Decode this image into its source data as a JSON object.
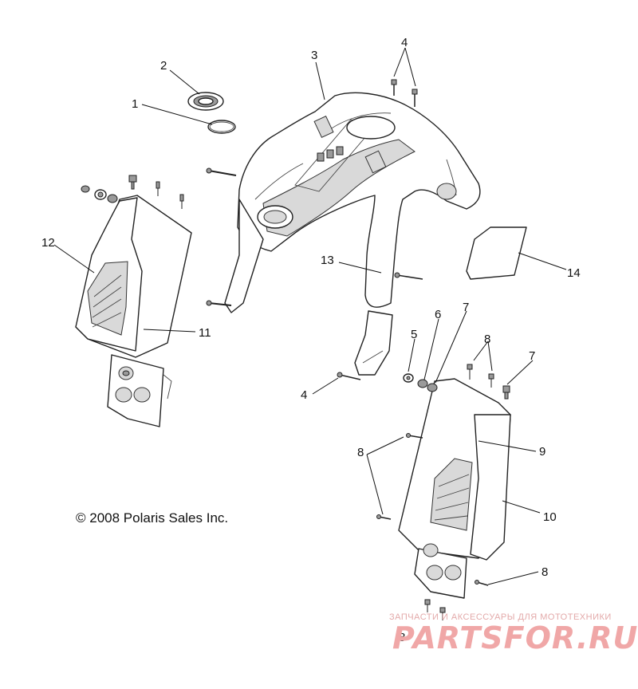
{
  "callouts": {
    "c1": "1",
    "c2": "2",
    "c3": "3",
    "c4a": "4",
    "c4b": "4",
    "c5": "5",
    "c6": "6",
    "c7a": "7",
    "c7b": "7",
    "c8a": "8",
    "c8b": "8",
    "c8c": "8",
    "c8d": "8",
    "c9": "9",
    "c10": "10",
    "c11": "11",
    "c12": "12",
    "c13": "13",
    "c14": "14"
  },
  "copyright": "© 2008 Polaris Sales Inc.",
  "watermark": {
    "subtitle": "ЗАПЧАСТИ И АКСЕССУАРЫ ДЛЯ МОТОТЕХНИКИ",
    "logo": "PARTSFOR.RU",
    "color": "#f0a7a7"
  }
}
